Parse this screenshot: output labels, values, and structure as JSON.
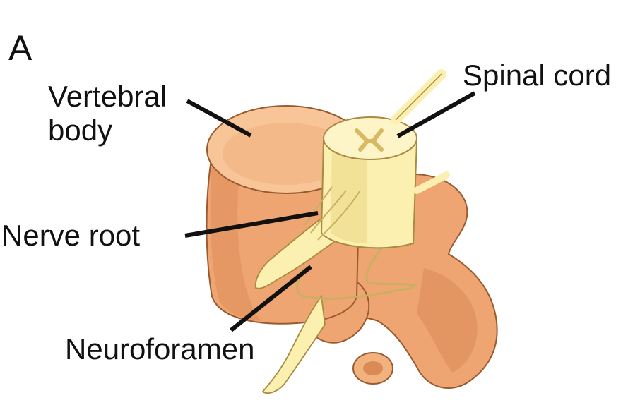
{
  "panel_letter": "A",
  "labels": {
    "vertebral_body_line1": "Vertebral",
    "vertebral_body_line2": "body",
    "spinal_cord": "Spinal cord",
    "nerve_root": "Nerve root",
    "neuroforamen": "Neuroforamen"
  },
  "colors": {
    "bone": "#f2b27e",
    "bone_shadow": "#d98a55",
    "bone_outline": "#9a5a30",
    "nerve": "#fbf0b0",
    "nerve_shadow": "#e6d07a",
    "leader_line": "#111111"
  }
}
